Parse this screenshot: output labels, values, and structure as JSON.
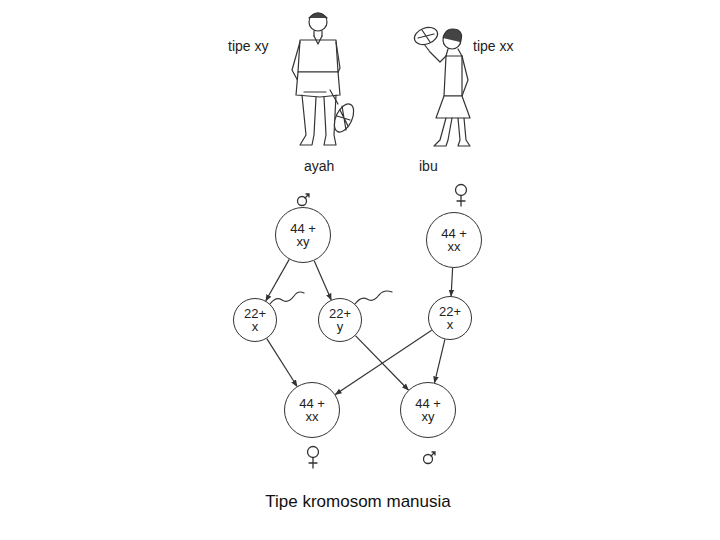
{
  "diagram": {
    "caption": "Tipe kromosom manusia",
    "nodes": [
      {
        "text": [
          "44 + xy"
        ]
      },
      {
        "text": [
          "44 + xx"
        ]
      },
      {
        "text": [
          "22+ x"
        ]
      },
      {
        "text": [
          "22+ y"
        ]
      },
      {
        "text": [
          "22+ x"
        ]
      },
      {
        "text": [
          "44 + xx"
        ]
      },
      {
        "text": [
          "44 + xy"
        ]
      }
    ],
    "edges": [
      {
        "from": 0,
        "to": 2,
        "arrow": "to"
      },
      {
        "from": 0,
        "to": 3,
        "arrow": "to"
      },
      {
        "from": 1,
        "to": 4,
        "arrow": "to"
      },
      {
        "from": 2,
        "to": 5,
        "arrow": "to"
      },
      {
        "from": 4,
        "to": 5,
        "arrow": "to"
      },
      {
        "from": 3,
        "to": 6,
        "arrow": "to"
      },
      {
        "from": 4,
        "to": 6,
        "arrow": "to"
      }
    ],
    "labels": [
      "tipe xy",
      "tipe xx",
      "ayah",
      "ibu"
    ]
  }
}
